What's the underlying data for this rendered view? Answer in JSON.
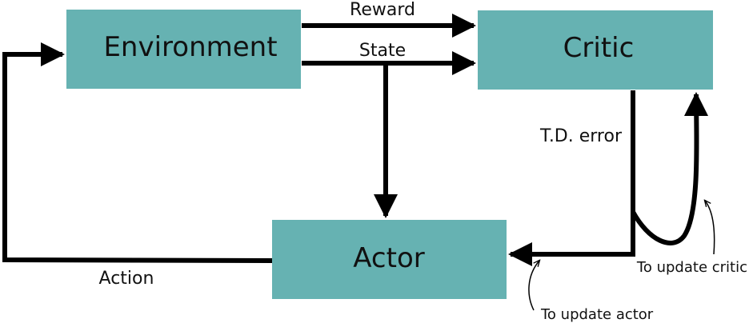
{
  "colors": {
    "box_fill": "#66b2b2",
    "stroke": "#000000",
    "text": "#111111"
  },
  "nodes": {
    "environment": "Environment",
    "critic": "Critic",
    "actor": "Actor"
  },
  "edges": {
    "reward": "Reward",
    "state": "State",
    "action": "Action",
    "td_error": "T.D. error"
  },
  "notes": {
    "update_critic": "To update critic",
    "update_actor": "To update actor"
  }
}
